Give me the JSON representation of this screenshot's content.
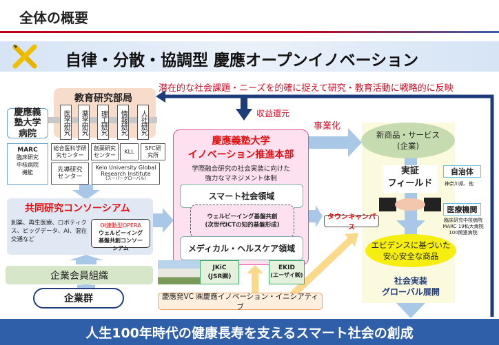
{
  "page_title": "全体の概要",
  "banner": {
    "title": "自律・分散・協調型 慶應オープンイノベーション"
  },
  "feedback_text": "潜在的な社会課題・ニーズを的確に捉えて研究・教育活動に戦略的に反映",
  "revenue_return": "収益還元",
  "commercialization": "事業化",
  "education": {
    "title": "教育研究部局",
    "departments": [
      "医学研究",
      "薬学研究",
      "理工研究",
      "情報研究",
      "人社研究"
    ]
  },
  "hospital": "慶應義塾大学病院",
  "marc": {
    "title": "MARC",
    "text": "臨床研究中核病院機能"
  },
  "centers": [
    "総合医科学研究センター",
    "創薬研究センター",
    "KLL",
    "SFC研究所",
    "先導研究センター"
  ],
  "global_institute": {
    "line1": "Keio University Global",
    "line2": "Research Institute",
    "line3": "(スーパーグローバル)"
  },
  "consortium": {
    "title": "共同研究コンソーシアム",
    "text": "創薬、再生医療、ロボティクス、ビッグデータ、AI、混在交通など",
    "opera_line1": "OI連動型OPERA",
    "opera_line2": "ウェルビーイング基盤共創コンソーシアム"
  },
  "member_org": "企業会員組織",
  "companies": "企業群",
  "innovation": {
    "title1": "慶應義塾大学",
    "title2": "イノベーション推進本部",
    "subtitle1": "学際融合研究の社会実装に向けた",
    "subtitle2": "強力なマネジメント体制",
    "smart": "スマート社会領域",
    "wellbeing1": "ウェルビーイング基盤共創",
    "wellbeing2": "(次世代ICTの知的基盤形成)",
    "medical": "メディカル・ヘルスケア領域"
  },
  "jkic": {
    "name": "JKiC",
    "company": "(JSR㈱)"
  },
  "ekid": {
    "name": "EKID",
    "company": "(エーザイ㈱)"
  },
  "vc": "慶應発VC ㈱慶應イノベーション・イニシアティブ",
  "town_campus": "タウンキャンパス",
  "new_products": {
    "line1": "新商品・サービス",
    "line2": "(企業)"
  },
  "field": {
    "line1": "実証",
    "line2": "フィールド"
  },
  "municipality": {
    "title": "自治体",
    "text": "神奈川県、他"
  },
  "medical_inst": {
    "title": "医療機関",
    "text1": "臨床研究中核病院",
    "text2": "MARC 19私大病院",
    "text3": "100関連病院"
  },
  "evidence": {
    "line1": "エビデンスに基づいた",
    "line2": "安心安全な商品"
  },
  "deploy": {
    "line1": "社会実装",
    "line2": "グローバル展開"
  },
  "footer": "人生100年時代の健康長寿を支えるスマート社会の創成"
}
